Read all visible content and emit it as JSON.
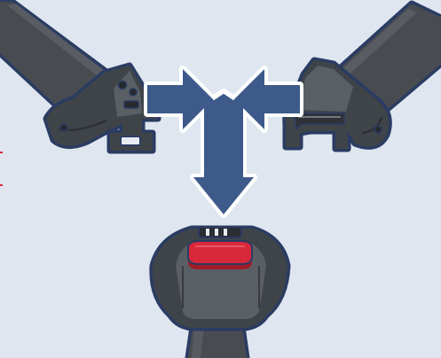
{
  "diagram": {
    "colors": {
      "background": "#dfe6ef",
      "strap": "#484c51",
      "strap_highlight": "#6e7379",
      "buckle_body": "#3f4449",
      "buckle_face": "#5a5f65",
      "outline": "#2b3c63",
      "arrow_fill": "#3d5a8a",
      "arrow_outline": "#ffffff",
      "release_button": "#d9283a",
      "release_button_shadow": "#a01b2a",
      "slot": "#e7ecf2"
    },
    "parts": [
      {
        "name": "left-buckle-tongue",
        "icon": "buckle-tongue-left"
      },
      {
        "name": "right-buckle-tongue",
        "icon": "buckle-tongue-right"
      },
      {
        "name": "crotch-buckle",
        "icon": "buckle-receiver"
      }
    ],
    "arrows": [
      {
        "name": "arrow-left-to-center",
        "direction": "right"
      },
      {
        "name": "arrow-right-to-center",
        "direction": "left"
      },
      {
        "name": "arrow-center-down",
        "direction": "down"
      }
    ]
  }
}
